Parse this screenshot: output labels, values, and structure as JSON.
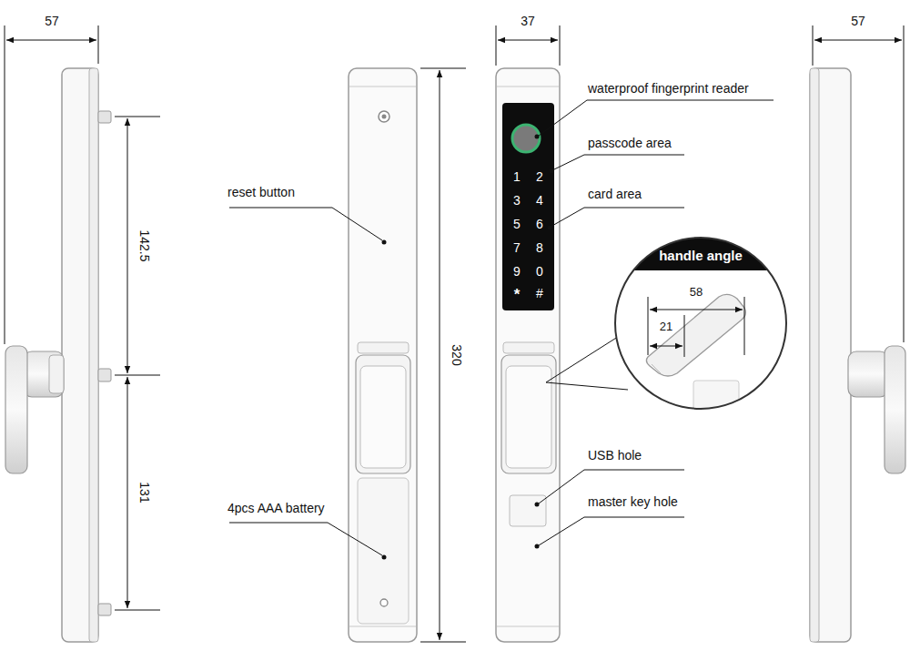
{
  "diagram": {
    "labels": [
      "57",
      "142.5",
      "131",
      "reset button",
      "4pcs AAA battery",
      "320",
      "37",
      "waterproof fingerprint reader",
      "1",
      "2",
      "3",
      "4",
      "5",
      "6",
      "7",
      "8",
      "9",
      "0",
      "*",
      "#",
      "passcode area",
      "card area",
      "handle angle",
      "58",
      "21",
      "USB hole",
      "master key hole",
      "57"
    ]
  }
}
